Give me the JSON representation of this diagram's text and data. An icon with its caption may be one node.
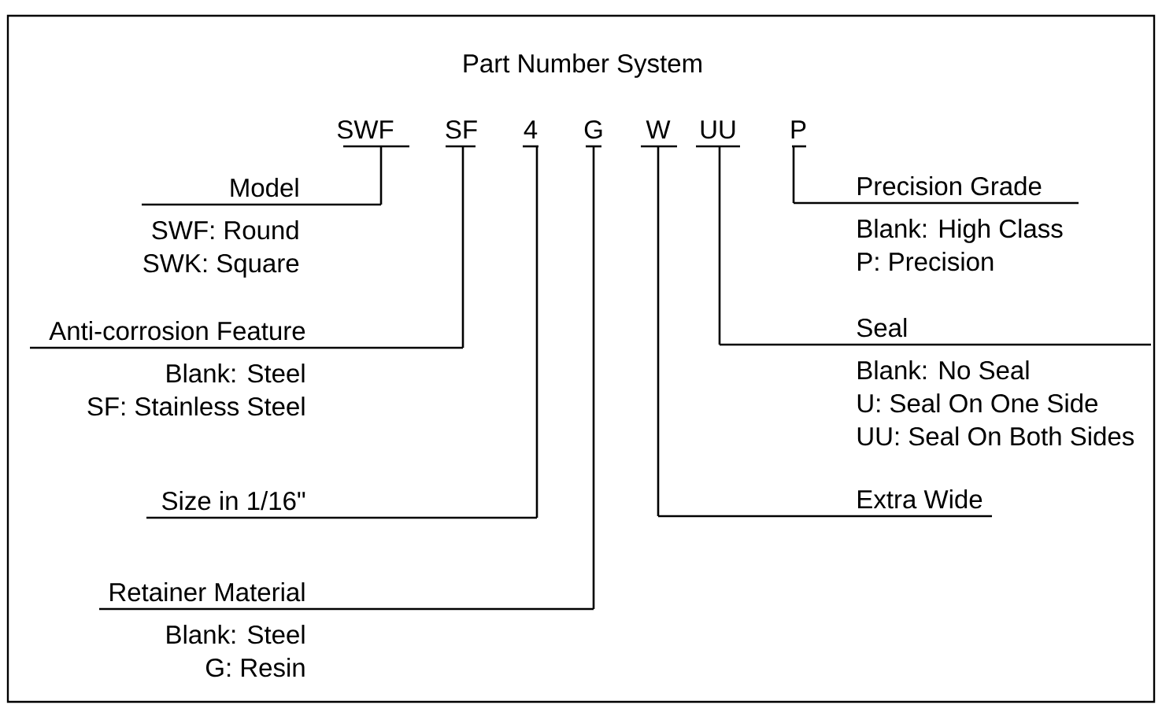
{
  "diagram": {
    "title": "Part Number System",
    "nodes": [
      {
        "text": [
          "SWF"
        ]
      },
      {
        "text": [
          "SF"
        ]
      },
      {
        "text": [
          "4"
        ]
      },
      {
        "text": [
          "G"
        ]
      },
      {
        "text": [
          "W"
        ]
      },
      {
        "text": [
          "UU"
        ]
      },
      {
        "text": [
          "P"
        ]
      },
      {
        "text": [
          "Model",
          "SWF: Round",
          "SWK: Square"
        ]
      },
      {
        "text": [
          "Precision Grade",
          "Blank: High Class",
          "P: Precision"
        ]
      },
      {
        "text": [
          "Anti-corrosion Feature",
          "Blank: Steel",
          "SF: Stainless Steel"
        ]
      },
      {
        "text": [
          "Seal",
          "Blank: No Seal",
          "U: Seal On One Side",
          "UU: Seal On Both Sides"
        ]
      },
      {
        "text": [
          "Size in 1/16\""
        ]
      },
      {
        "text": [
          "Extra Wide"
        ]
      },
      {
        "text": [
          "Retainer Material",
          "Blank: Steel",
          "G: Resin"
        ]
      }
    ],
    "edges": [
      {
        "from": 0,
        "to": 7,
        "arrow": "none"
      },
      {
        "from": 1,
        "to": 9,
        "arrow": "none"
      },
      {
        "from": 2,
        "to": 11,
        "arrow": "none"
      },
      {
        "from": 3,
        "to": 13,
        "arrow": "none"
      },
      {
        "from": 4,
        "to": 12,
        "arrow": "none"
      },
      {
        "from": 5,
        "to": 10,
        "arrow": "none"
      },
      {
        "from": 6,
        "to": 8,
        "arrow": "none"
      }
    ]
  }
}
